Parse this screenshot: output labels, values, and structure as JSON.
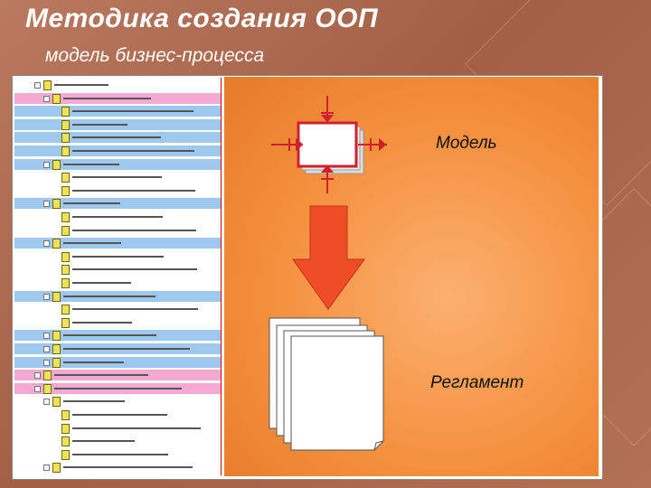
{
  "slide": {
    "title": "Методика создания ООП",
    "subtitle": "модель бизнес-процесса"
  },
  "diagram": {
    "model_label": "Модель",
    "reglament_label": "Регламент"
  },
  "colors": {
    "background": "#a9674e",
    "stage_orange": "#f4903e",
    "arrow_red": "#ee4a22",
    "tree_highlight_blue": "#9fc8ef",
    "tree_highlight_pink": "#f4a9d2"
  },
  "tree": {
    "rows": [
      {
        "level": 0,
        "hl": "none"
      },
      {
        "level": 1,
        "hl": "pink"
      },
      {
        "level": 2,
        "hl": "blue"
      },
      {
        "level": 2,
        "hl": "blue"
      },
      {
        "level": 2,
        "hl": "blue"
      },
      {
        "level": 2,
        "hl": "blue"
      },
      {
        "level": 1,
        "hl": "blue"
      },
      {
        "level": 2,
        "hl": "none"
      },
      {
        "level": 2,
        "hl": "none"
      },
      {
        "level": 1,
        "hl": "blue"
      },
      {
        "level": 2,
        "hl": "none"
      },
      {
        "level": 2,
        "hl": "none"
      },
      {
        "level": 1,
        "hl": "blue"
      },
      {
        "level": 2,
        "hl": "none"
      },
      {
        "level": 2,
        "hl": "none"
      },
      {
        "level": 2,
        "hl": "none"
      },
      {
        "level": 1,
        "hl": "blue"
      },
      {
        "level": 2,
        "hl": "none"
      },
      {
        "level": 2,
        "hl": "none"
      },
      {
        "level": 1,
        "hl": "blue"
      },
      {
        "level": 1,
        "hl": "blue"
      },
      {
        "level": 1,
        "hl": "blue"
      },
      {
        "level": 0,
        "hl": "pink"
      },
      {
        "level": 0,
        "hl": "pink"
      },
      {
        "level": 1,
        "hl": "none"
      },
      {
        "level": 2,
        "hl": "none"
      },
      {
        "level": 2,
        "hl": "none"
      },
      {
        "level": 2,
        "hl": "none"
      },
      {
        "level": 2,
        "hl": "none"
      },
      {
        "level": 1,
        "hl": "none"
      }
    ]
  }
}
